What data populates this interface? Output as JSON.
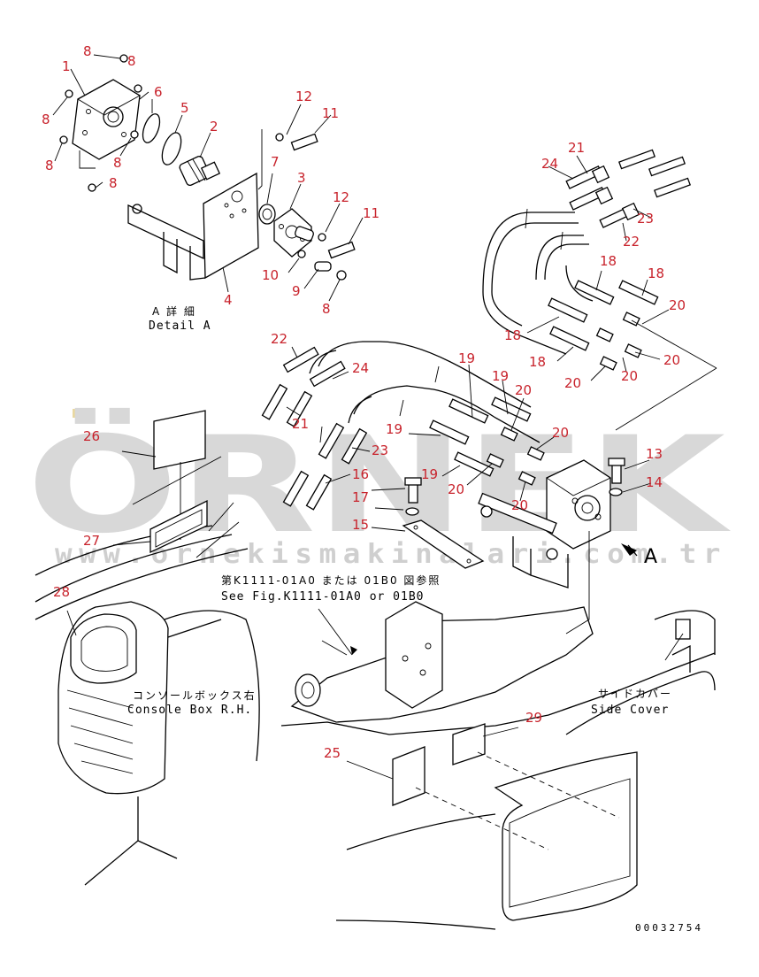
{
  "watermark": {
    "brand": "ÖRNEK",
    "url": "www.ornekismakinalari.com.tr",
    "color": "#d8d8d8"
  },
  "detail_title": {
    "jp": "A 詳 細",
    "en": "Detail A"
  },
  "view_marker": "A",
  "reference_note": {
    "jp": "第K1111-01A0 または 01B0 図参照",
    "en": "See Fig.K1111-01A0 or 01B0"
  },
  "console_note": {
    "jp": "コンソールボックス右",
    "en": "Console Box R.H."
  },
  "side_cover_note": {
    "jp": "サイドカバー",
    "en": "Side Cover"
  },
  "drawing_code": "00032754",
  "callout_color": "#c8232c",
  "callouts": [
    {
      "id": "c1",
      "label": "1"
    },
    {
      "id": "c2",
      "label": "2"
    },
    {
      "id": "c3",
      "label": "3"
    },
    {
      "id": "c4",
      "label": "4"
    },
    {
      "id": "c5",
      "label": "5"
    },
    {
      "id": "c6",
      "label": "6"
    },
    {
      "id": "c7",
      "label": "7"
    },
    {
      "id": "c8a",
      "label": "8"
    },
    {
      "id": "c8b",
      "label": "8"
    },
    {
      "id": "c8c",
      "label": "8"
    },
    {
      "id": "c8d",
      "label": "8"
    },
    {
      "id": "c8e",
      "label": "8"
    },
    {
      "id": "c8f",
      "label": "8"
    },
    {
      "id": "c8g",
      "label": "8"
    },
    {
      "id": "c8h",
      "label": "8"
    },
    {
      "id": "c9",
      "label": "9"
    },
    {
      "id": "c10",
      "label": "10"
    },
    {
      "id": "c11a",
      "label": "11"
    },
    {
      "id": "c11b",
      "label": "11"
    },
    {
      "id": "c12a",
      "label": "12"
    },
    {
      "id": "c12b",
      "label": "12"
    },
    {
      "id": "c13",
      "label": "13"
    },
    {
      "id": "c14",
      "label": "14"
    },
    {
      "id": "c15",
      "label": "15"
    },
    {
      "id": "c16",
      "label": "16"
    },
    {
      "id": "c17",
      "label": "17"
    },
    {
      "id": "c18a",
      "label": "18"
    },
    {
      "id": "c18b",
      "label": "18"
    },
    {
      "id": "c18c",
      "label": "18"
    },
    {
      "id": "c18d",
      "label": "18"
    },
    {
      "id": "c19a",
      "label": "19"
    },
    {
      "id": "c19b",
      "label": "19"
    },
    {
      "id": "c19c",
      "label": "19"
    },
    {
      "id": "c19d",
      "label": "19"
    },
    {
      "id": "c20a",
      "label": "20"
    },
    {
      "id": "c20b",
      "label": "20"
    },
    {
      "id": "c20c",
      "label": "20"
    },
    {
      "id": "c20d",
      "label": "20"
    },
    {
      "id": "c20e",
      "label": "20"
    },
    {
      "id": "c20f",
      "label": "20"
    },
    {
      "id": "c20g",
      "label": "20"
    },
    {
      "id": "c20h",
      "label": "20"
    },
    {
      "id": "c21a",
      "label": "21"
    },
    {
      "id": "c21b",
      "label": "21"
    },
    {
      "id": "c22a",
      "label": "22"
    },
    {
      "id": "c22b",
      "label": "22"
    },
    {
      "id": "c23a",
      "label": "23"
    },
    {
      "id": "c23b",
      "label": "23"
    },
    {
      "id": "c24a",
      "label": "24"
    },
    {
      "id": "c24b",
      "label": "24"
    },
    {
      "id": "c25",
      "label": "25"
    },
    {
      "id": "c26",
      "label": "26"
    },
    {
      "id": "c27",
      "label": "27"
    },
    {
      "id": "c28",
      "label": "28"
    },
    {
      "id": "c29",
      "label": "29"
    }
  ]
}
